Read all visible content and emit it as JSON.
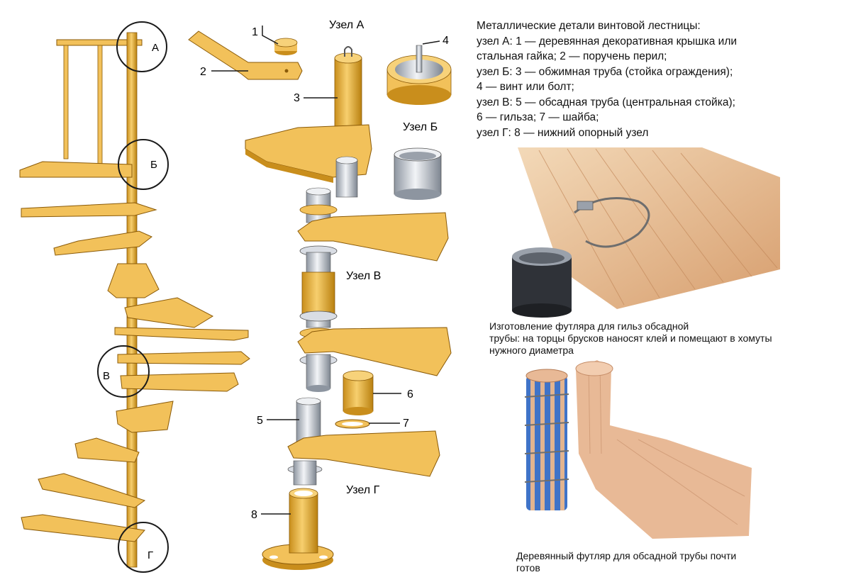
{
  "legend": {
    "title": "Металлические детали винтовой лестницы:",
    "lines": [
      "узел А: 1 — деревянная декоративная крышка или",
      "стальная гайка; 2 — поручень перил;",
      "узел Б: 3 — обжимная труба (стойка ограждения);",
      "4 — винт или болт;",
      "узел В: 5 — обсадная труба (центральная стойка);",
      "6 — гильза; 7 — шайба;",
      "узел Г: 8 — нижний опорный узел"
    ]
  },
  "node_labels": {
    "a": "Узел А",
    "b": "Узел Б",
    "v": "Узел В",
    "g": "Узел Г"
  },
  "circle_letters": {
    "a": "А",
    "b": "Б",
    "v": "В",
    "g": "Г"
  },
  "part_numbers": {
    "n1": "1",
    "n2": "2",
    "n3": "3",
    "n4": "4",
    "n5": "5",
    "n6": "6",
    "n7": "7",
    "n8": "8"
  },
  "captions": {
    "photo1_l1": "Изготовление футляра для гильз обсадной",
    "photo1_l2": "трубы: на торцы брусков наносят клей и помещают в хомуты",
    "photo1_l3": "нужного диаметра",
    "photo2_l1": "Деревянный футляр для обсадной трубы почти",
    "photo2_l2": "готов"
  },
  "colors": {
    "wood": "#f2c15a",
    "wood_dark": "#c98e1c",
    "wood_edge": "#8a5a08",
    "metal": "#d9dde4",
    "metal_dark": "#7d8590",
    "photo_wood": "#e6b48e",
    "photo_blue": "#3f73c8"
  }
}
